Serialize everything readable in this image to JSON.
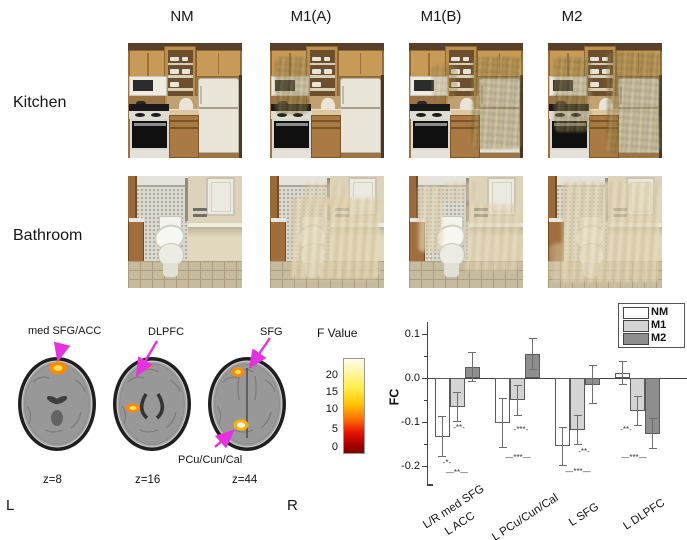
{
  "figure": {
    "columns": [
      "NM",
      "M1(A)",
      "M1(B)",
      "M2"
    ],
    "rows": [
      "Kitchen",
      "Bathroom"
    ]
  },
  "brain_panel": {
    "labels": {
      "med_sfg": "med SFG/ACC",
      "dlpfc": "DLPFC",
      "sfg": "SFG",
      "pcu": "PCu/Cun/Cal"
    },
    "slices": [
      "z=8",
      "z=16",
      "z=44"
    ],
    "orientation": {
      "left": "L",
      "right": "R"
    },
    "colorbar": {
      "title": "F Value",
      "ticks": [
        "20",
        "15",
        "10",
        "5",
        "0"
      ]
    },
    "arrow_color": "#e632dc",
    "hotspot_colors": {
      "outer": "#ff8a00",
      "core": "#ffe24d",
      "bright_core": "#fffbe0"
    }
  },
  "chart_data": {
    "type": "bar",
    "title": "",
    "ylabel": "FC",
    "ytick_labels": [
      "0.1",
      "0.0",
      "-0.1",
      "-0.2"
    ],
    "ylim": [
      -0.25,
      0.13
    ],
    "grid": false,
    "legend_position": "top-right",
    "legend": [
      "NM",
      "M1",
      "M2"
    ],
    "categories": [
      "L/R med SFG",
      "L ACC",
      "L PCu/Cun/Cal",
      "L SFG",
      "L DLPFC"
    ],
    "series": [
      {
        "name": "NM",
        "color": "#ffffff",
        "values": [
          -0.133,
          -0.103,
          -0.155,
          0.011,
          null
        ],
        "errors": [
          0.046,
          0.056,
          0.043,
          0.026,
          null
        ]
      },
      {
        "name": "M1",
        "color": "#d4d4d4",
        "values": [
          -0.066,
          -0.051,
          -0.118,
          -0.074,
          null
        ],
        "errors": [
          0.032,
          0.035,
          0.032,
          0.033,
          null
        ]
      },
      {
        "name": "M2",
        "color": "#8e8e8e",
        "values": [
          0.024,
          0.055,
          -0.015,
          -0.127,
          null
        ],
        "errors": [
          0.033,
          0.035,
          0.043,
          0.034,
          null
        ]
      }
    ],
    "significance": [
      {
        "text": "-**-",
        "x": 459,
        "y": 428
      },
      {
        "text": "-*-",
        "x": 447,
        "y": 463
      },
      {
        "text": "—**—",
        "x": 457,
        "y": 473
      },
      {
        "text": "-***-",
        "x": 521,
        "y": 430
      },
      {
        "text": "—***—",
        "x": 518,
        "y": 458
      },
      {
        "text": "-**-",
        "x": 584,
        "y": 452
      },
      {
        "text": "—***—",
        "x": 578,
        "y": 472
      },
      {
        "text": "-**-",
        "x": 626,
        "y": 430
      },
      {
        "text": "—***—",
        "x": 634,
        "y": 458
      }
    ]
  }
}
